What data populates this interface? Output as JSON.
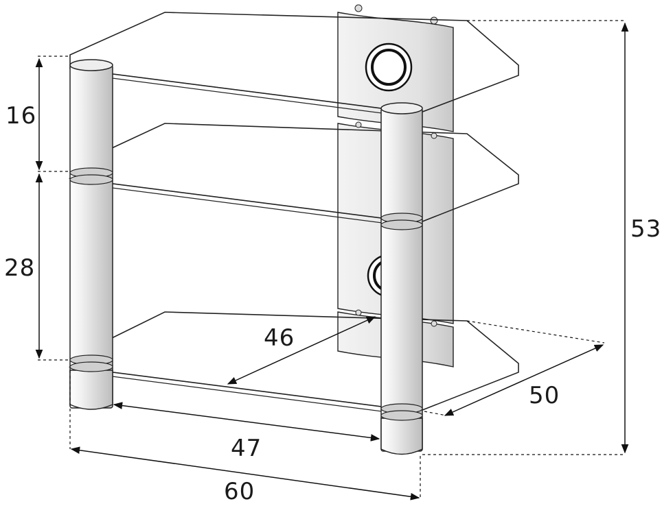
{
  "dimensions": {
    "top_gap": "16",
    "middle_gap": "28",
    "total_height": "53",
    "inner_width": "47",
    "overall_width": "60",
    "shelf_depth_diagonal": "46",
    "overall_depth": "50"
  }
}
